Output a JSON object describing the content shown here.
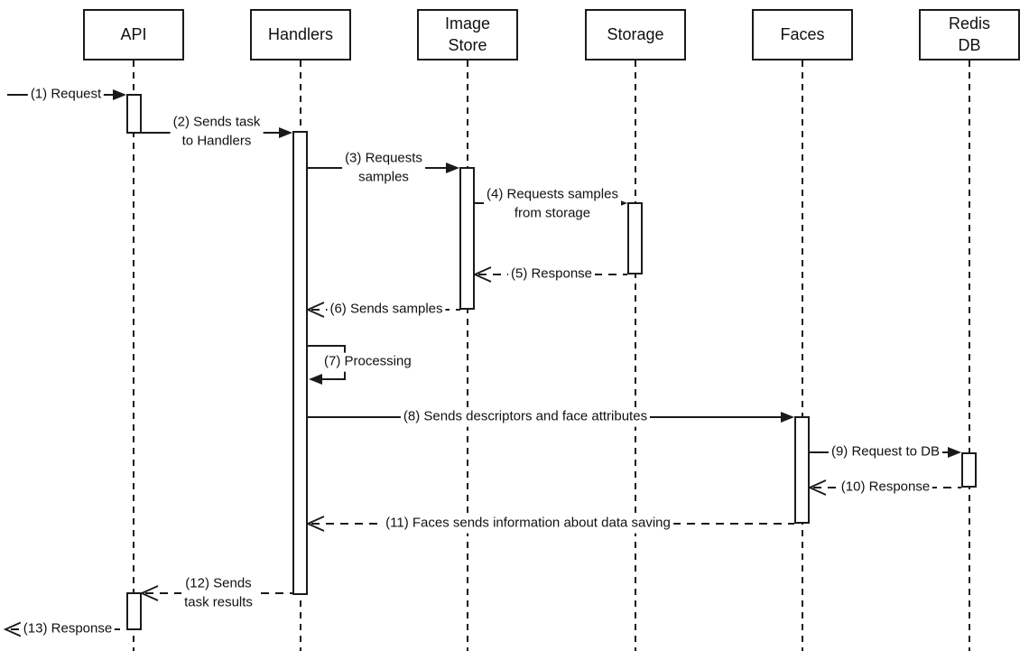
{
  "diagram": {
    "type": "uml-sequence-diagram",
    "colors": {
      "line": "#1a1a1a",
      "background": "#ffffff"
    },
    "actors": [
      {
        "id": "api",
        "label": "API"
      },
      {
        "id": "handlers",
        "label": "Handlers"
      },
      {
        "id": "image-store",
        "label": "Image\nStore"
      },
      {
        "id": "storage",
        "label": "Storage"
      },
      {
        "id": "faces",
        "label": "Faces"
      },
      {
        "id": "redis-db",
        "label": "Redis\nDB"
      }
    ],
    "messages": [
      {
        "num": 1,
        "label": "(1) Request",
        "from": "external",
        "to": "api",
        "line": "solid",
        "arrowhead": "filled"
      },
      {
        "num": 2,
        "label": "(2) Sends task\nto Handlers",
        "from": "api",
        "to": "handlers",
        "line": "solid",
        "arrowhead": "filled"
      },
      {
        "num": 3,
        "label": "(3) Requests\nsamples",
        "from": "handlers",
        "to": "image-store",
        "line": "solid",
        "arrowhead": "filled"
      },
      {
        "num": 4,
        "label": "(4) Requests samples\nfrom storage",
        "from": "image-store",
        "to": "storage",
        "line": "solid",
        "arrowhead": "filled"
      },
      {
        "num": 5,
        "label": "(5) Response",
        "from": "storage",
        "to": "image-store",
        "line": "dashed",
        "arrowhead": "open"
      },
      {
        "num": 6,
        "label": "(6) Sends samples",
        "from": "image-store",
        "to": "handlers",
        "line": "dashed",
        "arrowhead": "open"
      },
      {
        "num": 7,
        "label": "(7) Processing",
        "from": "handlers",
        "to": "handlers",
        "line": "solid",
        "arrowhead": "filled"
      },
      {
        "num": 8,
        "label": "(8) Sends descriptors and face attributes",
        "from": "handlers",
        "to": "faces",
        "line": "solid",
        "arrowhead": "filled"
      },
      {
        "num": 9,
        "label": "(9) Request to DB",
        "from": "faces",
        "to": "redis-db",
        "line": "solid",
        "arrowhead": "filled"
      },
      {
        "num": 10,
        "label": "(10) Response",
        "from": "redis-db",
        "to": "faces",
        "line": "dashed",
        "arrowhead": "open"
      },
      {
        "num": 11,
        "label": "(11) Faces sends information about data saving",
        "from": "faces",
        "to": "handlers",
        "line": "dashed",
        "arrowhead": "open"
      },
      {
        "num": 12,
        "label": "(12) Sends\ntask results",
        "from": "handlers",
        "to": "api",
        "line": "dashed",
        "arrowhead": "open"
      },
      {
        "num": 13,
        "label": "(13) Response",
        "from": "api",
        "to": "external",
        "line": "dashed",
        "arrowhead": "open"
      }
    ]
  }
}
